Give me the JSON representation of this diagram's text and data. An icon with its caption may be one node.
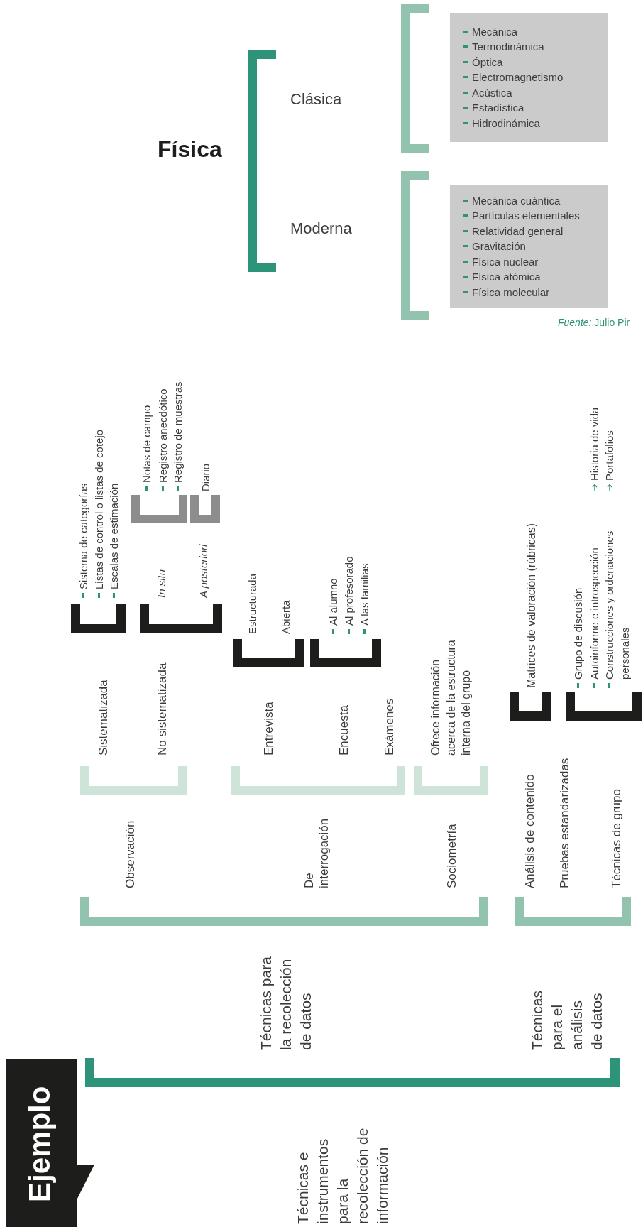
{
  "diagram": {
    "nodes": [
      {
        "text": [
          "Mecánica",
          "Termodinámica",
          "Óptica",
          "Electromagnetismo",
          "Acústica",
          "Estadística",
          "Hidrodinámica"
        ]
      },
      {
        "text": [
          "Mecánica cuántica",
          "Partículas elementales",
          "Relatividad general",
          "Gravitación",
          "Física nuclear",
          "Física atómica",
          "Física molecular"
        ]
      },
      {
        "text": [
          "Ejemplo"
        ]
      },
      {
        "text": [],
        "shape": "bracket"
      },
      {
        "text": [],
        "shape": "bracket"
      },
      {
        "text": [],
        "shape": "bracket"
      },
      {
        "text": [],
        "shape": "bracket"
      },
      {
        "text": [],
        "shape": "bracket"
      },
      {
        "text": [],
        "shape": "bracket"
      },
      {
        "text": [],
        "shape": "bracket"
      },
      {
        "text": [],
        "shape": "bracket"
      },
      {
        "text": [],
        "shape": "bracket"
      },
      {
        "text": [],
        "shape": "bracket"
      },
      {
        "text": [],
        "shape": "bracket"
      },
      {
        "text": [],
        "shape": "bracket"
      },
      {
        "text": [],
        "shape": "bracket"
      },
      {
        "text": [],
        "shape": "bracket"
      },
      {
        "text": [],
        "shape": "bracket"
      },
      {
        "text": [],
        "shape": "bracket"
      },
      {
        "text": [],
        "shape": "bracket"
      }
    ],
    "labels": [
      "Física",
      "Clásica",
      "Moderna",
      "*Fuente:* Julio Pir",
      "Sistema de categorías",
      "Listas de control o listas de cotejo",
      "Escalas de estimación",
      "In situ",
      "Notas de campo",
      "Registro anecdótico",
      "Registro de muestras",
      "A posteriori",
      "Diario",
      "Estructurada",
      "Abierta",
      "Al alumno",
      "Al profesorado",
      "A las familias",
      "Sistematizada",
      "No sistematizada",
      "Entrevista",
      "Encuesta",
      "Exámenes",
      "Ofrece información acerca de la estructura interna del grupo",
      "Observación",
      "De interrogación",
      "Sociometría",
      "Análisis de contenido",
      "Pruebas estandarizadas",
      "Técnicas de grupo",
      "Matrices de valoración (rúbricas)",
      "Grupo de discusión",
      "Autoinforme e introspección",
      "Construcciones y ordenaciones personales",
      "Historia de vida",
      "Portafolios",
      "Técnicas para la recolección de datos",
      "Técnicas para el análisis de datos",
      "Técnicas e instrumentos para la recolección de información"
    ]
  }
}
